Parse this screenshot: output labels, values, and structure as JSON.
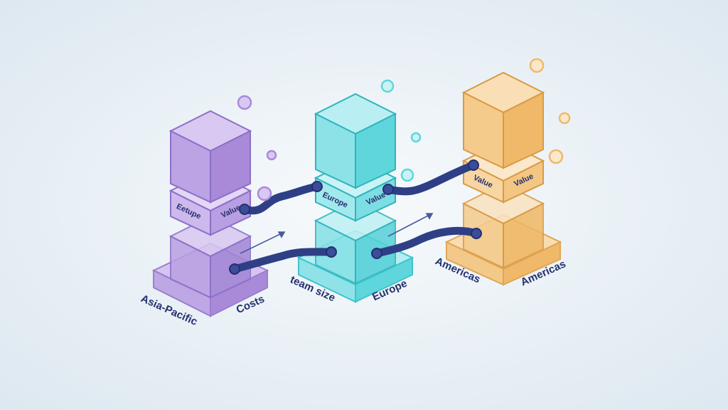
{
  "colors": {
    "background": "#e6eff5",
    "purple": "#a98ad8",
    "cyan": "#5fd6dc",
    "orange": "#f0b869",
    "connector": "#2e3f86",
    "label": "#24306e"
  },
  "columns": [
    {
      "name": "Asia-Pacific",
      "color": "purple",
      "band_labels": [
        "Eetupe",
        "Value"
      ],
      "bottom_labels": [
        "Asia-Pacific",
        "Costs"
      ]
    },
    {
      "name": "Europe",
      "color": "cyan",
      "band_labels": [
        "Europe",
        "Value"
      ],
      "bottom_labels": [
        "team size",
        "Europe"
      ]
    },
    {
      "name": "Americas",
      "color": "orange",
      "band_labels": [
        "Value",
        "Value"
      ],
      "bottom_labels": [
        "Americas",
        "Americas"
      ]
    }
  ]
}
